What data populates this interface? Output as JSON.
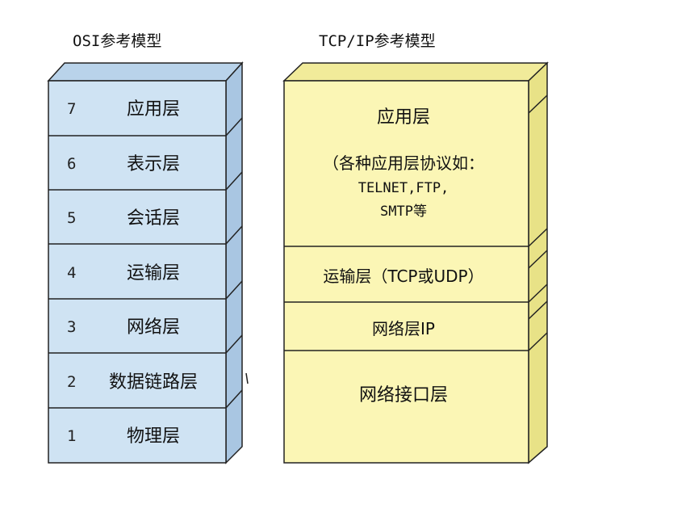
{
  "osi": {
    "title": "OSI参考模型",
    "layers": [
      {
        "num": "7",
        "name": "应用层"
      },
      {
        "num": "6",
        "name": "表示层"
      },
      {
        "num": "5",
        "name": "会话层"
      },
      {
        "num": "4",
        "name": "运输层"
      },
      {
        "num": "3",
        "name": "网络层"
      },
      {
        "num": "2",
        "name": "数据链路层"
      },
      {
        "num": "1",
        "name": "物理层"
      }
    ]
  },
  "tcpip": {
    "title": "TCP/IP参考模型",
    "application": {
      "title": "应用层",
      "line1": "（各种应用层协议如：",
      "line2": "TELNET,FTP,",
      "line3": "SMTP等"
    },
    "transport": "运输层（TCP或UDP）",
    "network": "网络层IP",
    "link": "网络接口层"
  },
  "colors": {
    "osi_face": "#cfe3f3",
    "osi_top": "#b9d3ea",
    "osi_side": "#a9c6e2",
    "tcp_face": "#fbf6b5",
    "tcp_top": "#f1eb9a",
    "tcp_side": "#e8e287",
    "edge": "#222222"
  }
}
